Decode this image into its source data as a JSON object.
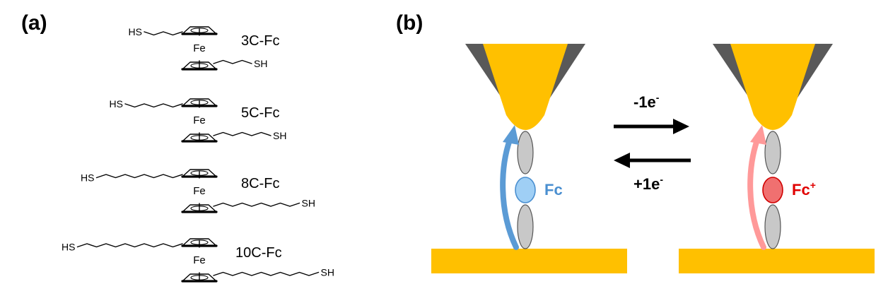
{
  "panel_a": {
    "label": "(a)",
    "fe_label": "Fe",
    "thiol_label": "HS",
    "thiol_label_end": "SH",
    "molecules": [
      {
        "name": "3C-Fc",
        "chain_carbons": 3
      },
      {
        "name": "5C-Fc",
        "chain_carbons": 5
      },
      {
        "name": "8C-Fc",
        "chain_carbons": 8
      },
      {
        "name": "10C-Fc",
        "chain_carbons": 10
      }
    ]
  },
  "panel_b": {
    "label": "(b)",
    "oxidation_label": "-1e",
    "oxidation_sup": "-",
    "reduction_label": "+1e",
    "reduction_sup": "-",
    "left_state": {
      "label": "Fc",
      "sup": "",
      "label_color": "#4a8fd0",
      "ball_color": "#9fcff5",
      "ball_stroke": "#4a8fd0",
      "arrow_color": "#5b9bd5"
    },
    "right_state": {
      "label": "Fc",
      "sup": "+",
      "label_color": "#e00000",
      "ball_color": "#f07070",
      "ball_stroke": "#d00000",
      "arrow_color": "#ff9999"
    },
    "colors": {
      "gold": "#ffc000",
      "tip_shadow": "#595959",
      "lobe_fill": "#c8c8c8",
      "lobe_stroke": "#555555"
    }
  }
}
